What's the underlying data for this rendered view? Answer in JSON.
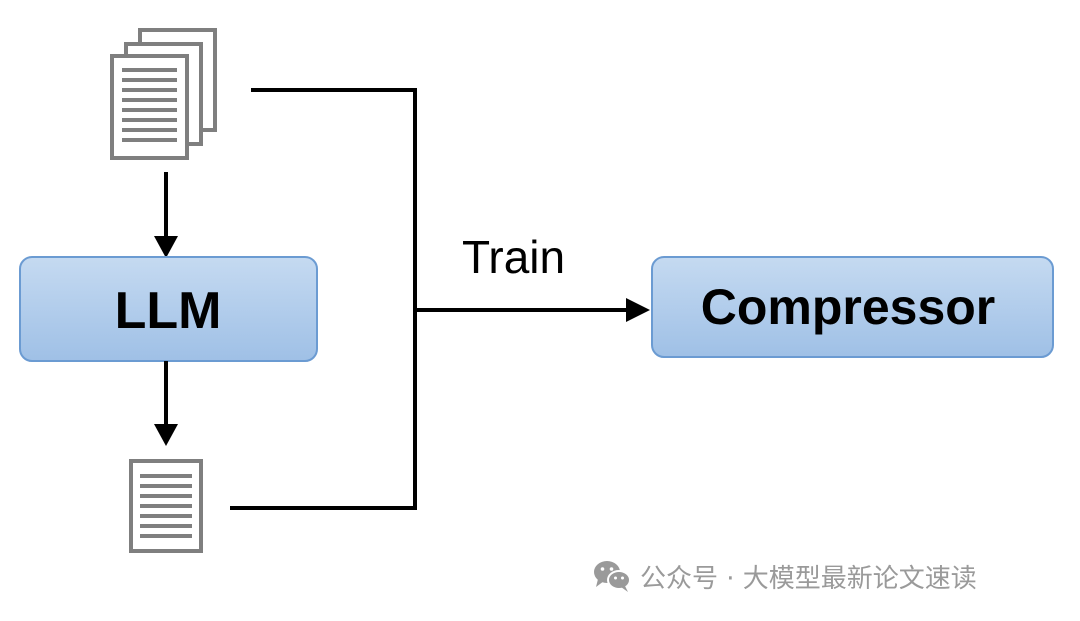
{
  "nodes": {
    "llm": {
      "label": "LLM"
    },
    "compressor": {
      "label": "Compressor"
    }
  },
  "edges": {
    "train": {
      "label": "Train"
    }
  },
  "watermark": {
    "text": "公众号 · 大模型最新论文速读"
  },
  "icons": {
    "input_documents": "stacked-documents-icon",
    "output_document": "document-icon",
    "watermark": "wechat-icon"
  },
  "colors": {
    "box_fill_top": "#c5daf1",
    "box_fill_bottom": "#9fc0e6",
    "box_stroke": "#6b9bd2",
    "line": "#000000",
    "doc_stroke": "#7f7f7f",
    "watermark": "#9a9a9a"
  }
}
